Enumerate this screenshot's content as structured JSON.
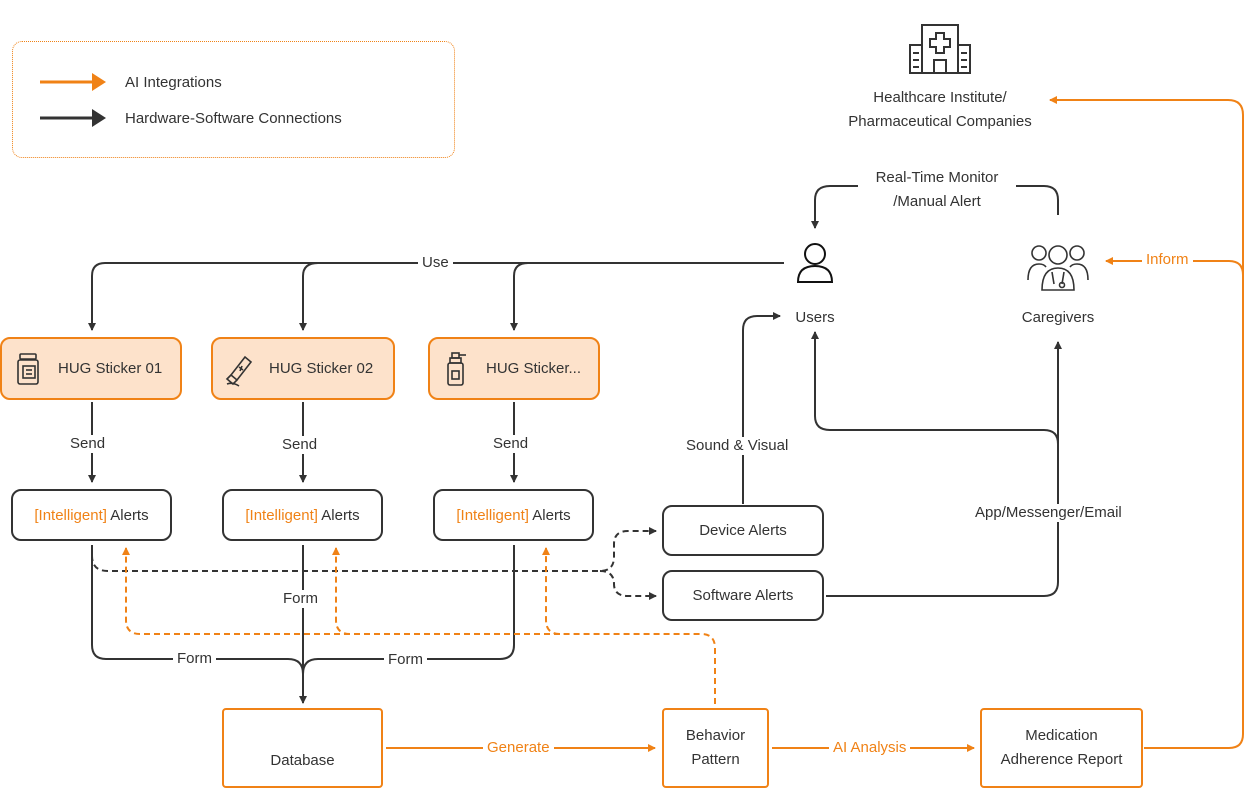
{
  "legend": {
    "ai_label": "AI Integrations",
    "hw_label": "Hardware-Software Connections"
  },
  "colors": {
    "accent": "#F08216",
    "dark": "#333333",
    "sticker_fill": "#FDE2CB"
  },
  "healthcare": {
    "line1": "Healthcare Institute/",
    "line2": "Pharmaceutical Companies"
  },
  "monitor": {
    "line1": "Real-Time Monitor",
    "line2": "/Manual Alert"
  },
  "users_label": "Users",
  "caregivers_label": "Caregivers",
  "inform_label": "Inform",
  "use_label": "Use",
  "stickers": [
    "HUG Sticker 01",
    "HUG Sticker 02",
    "HUG Sticker..."
  ],
  "send_label": "Send",
  "intelligent_prefix": "[Intelligent]",
  "alerts_suffix": " Alerts",
  "device_alerts": "Device Alerts",
  "software_alerts": "Software Alerts",
  "sound_visual": "Sound & Visual",
  "app_messenger": "App/Messenger/Email",
  "form_label": "Form",
  "database_label": "Database",
  "generate_label": "Generate",
  "behavior": {
    "line1": "Behavior",
    "line2": "Pattern"
  },
  "ai_analysis_label": "AI Analysis",
  "report": {
    "line1": "Medication",
    "line2": "Adherence Report"
  },
  "icons": [
    "hospital-icon",
    "user-icon",
    "caregivers-icon",
    "pill-bottle-icon",
    "ointment-tube-icon",
    "spray-bottle-icon",
    "database-icon"
  ]
}
